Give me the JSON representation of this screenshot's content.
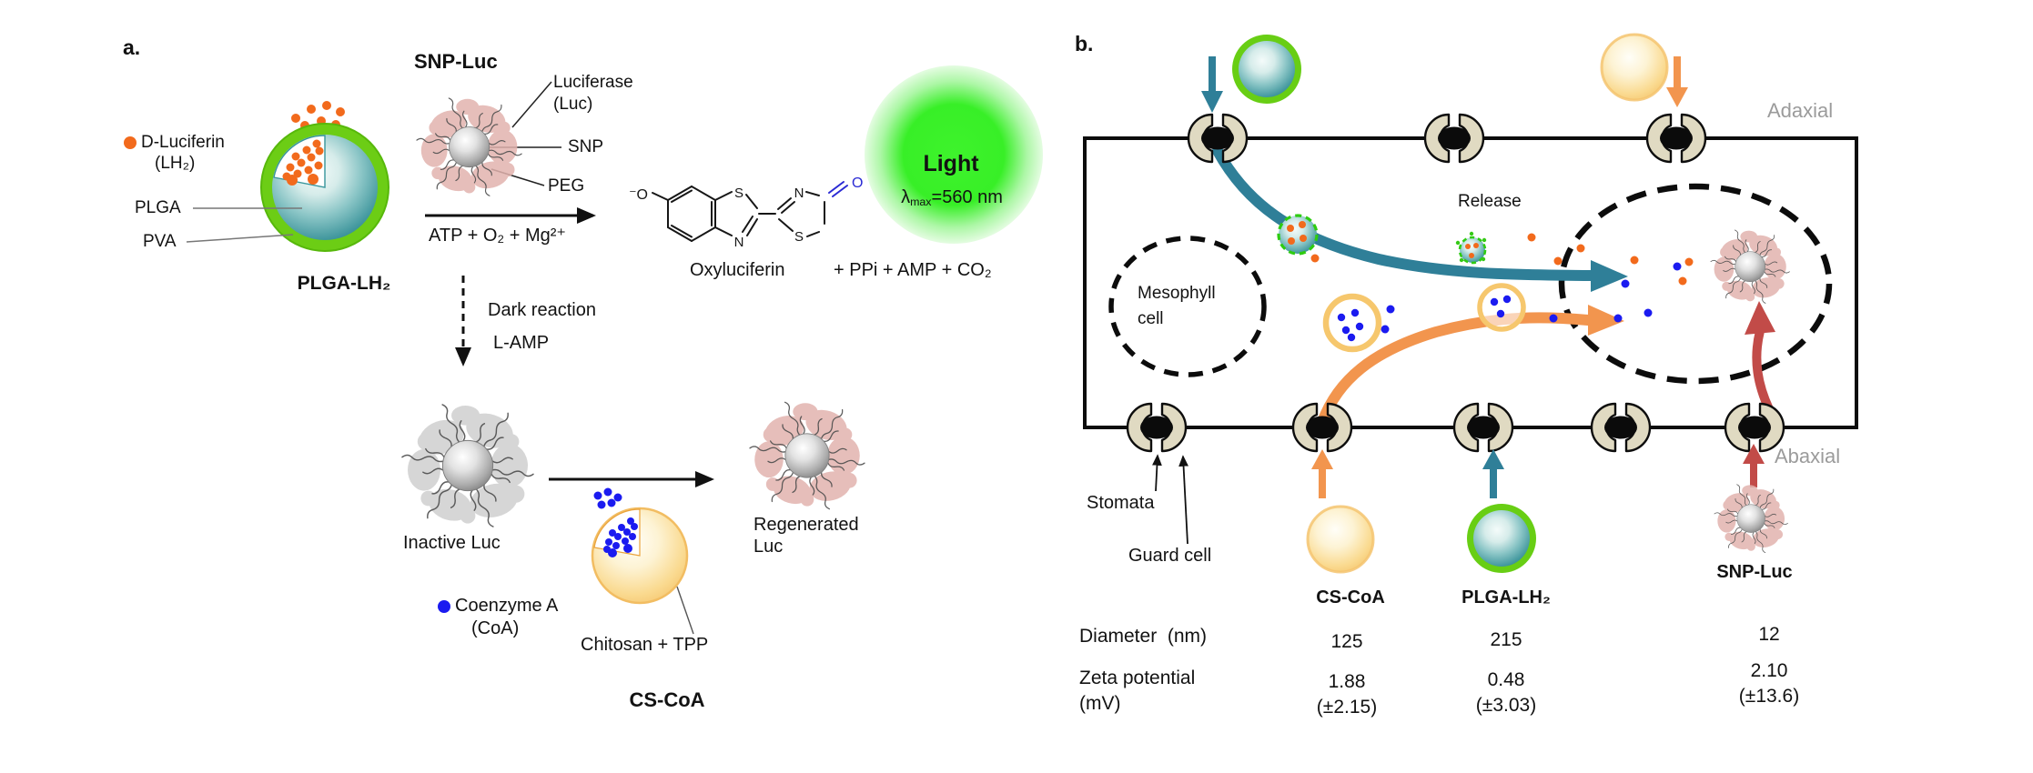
{
  "palette": {
    "luciferin_orange": "#f26a1c",
    "coa_blue": "#1b1bf0",
    "teal_flow": "#2f7f98",
    "orange_flow": "#f2954e",
    "red_flow": "#c24b48",
    "pva_green_ring": "#6ccd15",
    "glow_green": "#38ef27",
    "gray_label": "#9b9b9b",
    "stoma_beige": "#e0dac2"
  },
  "panel_a": {
    "label": "a.",
    "luciferin1": "D-Luciferin",
    "luciferin2": "(LH₂)",
    "plga": "PLGA",
    "pva": "PVA",
    "plga_lh2": "PLGA-LH₂",
    "snp_luc": "SNP-Luc",
    "luciferase1": "Luciferase",
    "luciferase2": "(Luc)",
    "snp": "SNP",
    "peg": "PEG",
    "substrates": "ATP + O₂ + Mg²⁺",
    "oxyluciferin": "Oxyluciferin",
    "products": "+ PPi + AMP + CO₂",
    "light": "Light",
    "lambda": "λ",
    "lambda_sub": "max",
    "lambda_value": "=560 nm",
    "dark_reaction": "Dark reaction",
    "l_amp": "L-AMP",
    "inactive_luc": "Inactive Luc",
    "coenzyme1": "Coenzyme A",
    "coenzyme2": "(CoA)",
    "chitosan": "Chitosan + TPP",
    "regenerated1": "Regenerated",
    "regenerated2": "Luc",
    "cs_coa": "CS-CoA",
    "atoms": {
      "o_minus": "⁻O",
      "s1": "S",
      "n1": "N",
      "n2": "N",
      "s2": "S",
      "o": "O"
    }
  },
  "panel_b": {
    "label": "b.",
    "adaxial": "Adaxial",
    "abaxial": "Abaxial",
    "release": "Release",
    "mesophyll1": "Mesophyll",
    "mesophyll2": "cell",
    "stomata": "Stomata",
    "guard_cell": "Guard cell",
    "table": {
      "row_diameter": "Diameter  (nm)",
      "row_zeta1": "Zeta potential",
      "row_zeta2": "(mV)",
      "columns": [
        {
          "name": "CS-CoA",
          "diameter": "125",
          "zeta": "1.88",
          "zeta_sd": "(±2.15)"
        },
        {
          "name": "PLGA-LH₂",
          "diameter": "215",
          "zeta": "0.48",
          "zeta_sd": "(±3.03)"
        },
        {
          "name": "SNP-Luc",
          "diameter": "12",
          "zeta": "2.10",
          "zeta_sd": "(±13.6)"
        }
      ]
    }
  }
}
